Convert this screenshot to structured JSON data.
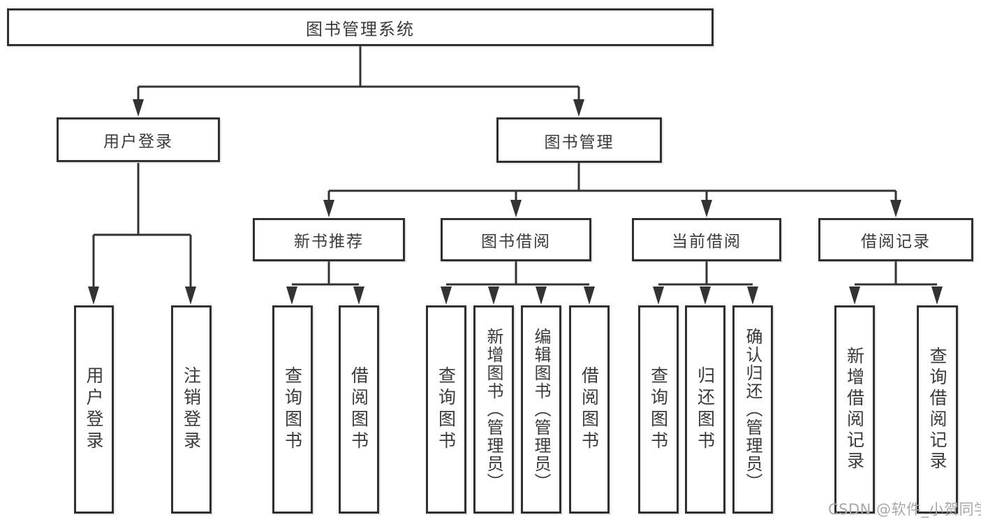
{
  "diagram": {
    "root": {
      "label": "图书管理系统"
    },
    "level2": [
      {
        "label": "用户登录"
      },
      {
        "label": "图书管理"
      }
    ],
    "level3": [
      {
        "label": "新书推荐",
        "parent": "图书管理"
      },
      {
        "label": "图书借阅",
        "parent": "图书管理"
      },
      {
        "label": "当前借阅",
        "parent": "图书管理"
      },
      {
        "label": "借阅记录",
        "parent": "图书管理"
      }
    ],
    "leaves": [
      {
        "label": "用户登录",
        "parent": "用户登录"
      },
      {
        "label": "注销登录",
        "parent": "用户登录"
      },
      {
        "label": "查询图书",
        "parent": "新书推荐"
      },
      {
        "label": "借阅图书",
        "parent": "新书推荐"
      },
      {
        "label": "查询图书",
        "parent": "图书借阅"
      },
      {
        "label": "新增图书（管理员）",
        "parent": "图书借阅"
      },
      {
        "label": "编辑图书（管理员）",
        "parent": "图书借阅"
      },
      {
        "label": "借阅图书",
        "parent": "图书借阅"
      },
      {
        "label": "查询图书",
        "parent": "当前借阅"
      },
      {
        "label": "归还图书",
        "parent": "当前借阅"
      },
      {
        "label": "确认归还（管理员）",
        "parent": "当前借阅"
      },
      {
        "label": "新增借阅记录",
        "parent": "借阅记录"
      },
      {
        "label": "查询借阅记录",
        "parent": "借阅记录"
      }
    ]
  },
  "watermark": {
    "text": "CSDN @软件_小贺同学"
  },
  "colors": {
    "line": "#333333",
    "border": "#303030",
    "text": "#3a3a3a",
    "watermark": "#a8a8a8",
    "background": "#ffffff"
  }
}
